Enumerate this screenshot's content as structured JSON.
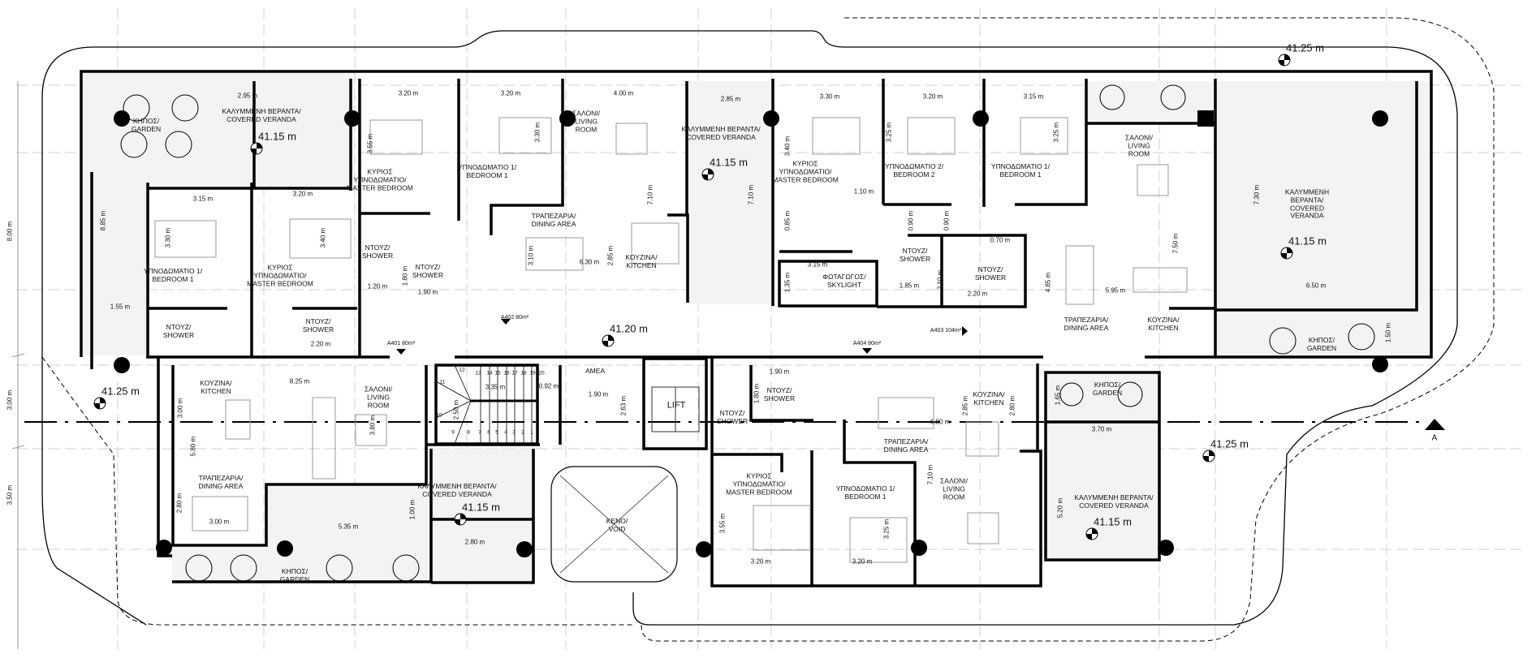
{
  "rooms": {
    "garden_tl": "ΚΗΠΟΣ/\nGARDEN",
    "veranda_tl": "ΚΑΛΥΜΜΕΝΗ ΒΕΡΑΝΤΑ/\nCOVERED VERANDA",
    "bed1_a401": "ΥΠΝΟΔΩΜΑΤΙΟ 1/\nBEDROOM 1",
    "master_a401": "ΚΥΡΙΟΣ\nΥΠΝΟΔΩΜΑΤΙΟ/\nMASTER BEDROOM",
    "master_a402": "ΚΥΡΙΟΣ\nΥΠΝΟΔΩΜΑΤΙΟ/\nMASTER BEDROOM",
    "bed1_a402": "ΥΠΝΟΔΩΜΑΤΙΟ 1/\nBEDROOM 1",
    "living_a402": "ΣΑΛΟΝΙ/\nLIVING\nROOM",
    "dining_a402": "ΤΡΑΠΕΖΑΡΙΑ/\nDINING AREA",
    "kitchen_a402": "ΚΟΥΖΙΝΑ/\nKITCHEN",
    "veranda_a402": "ΚΑΛΥΜΜΕΝΗ ΒΕΡΑΝΤΑ/\nCOVERED VERANDA",
    "master_a403": "ΚΥΡΙΟΣ\nΥΠΝΟΔΩΜΑΤΙΟ/\nMASTER BEDROOM",
    "skylight": "ΦΩΤΑΓΩΓΟΣ/\nSKYLIGHT",
    "bed2_a403": "ΥΠΝΟΔΩΜΑΤΙΟ 2/\nBEDROOM 2",
    "bed1_a403": "ΥΠΝΟΔΩΜΑΤΙΟ 1/\nBEDROOM 1",
    "living_a403": "ΣΑΛΟΝΙ/\nLIVING\nROOM",
    "veranda_right": "ΚΑΛΥΜΜΕΝΗ\nΒΕΡΑΝΤΑ/\nCOVERED\nVERANDA",
    "dining_a403": "ΤΡΑΠΕΖΑΡΙΑ/\nDINING AREA",
    "kitchen_a403": "ΚΟΥΖΙΝΑ/\nKITCHEN",
    "garden_right": "ΚΗΠΟΣ/\nGARDEN",
    "kitchen_a401": "ΚΟΥΖΙΝΑ/\nKITCHEN",
    "living_a401": "ΣΑΛΟΝΙ/\nLIVING\nROOM",
    "dining_a401": "ΤΡΑΠΕΖΑΡΙΑ/\nDINING AREA",
    "veranda_a401": "ΚΑΛΥΜΜΕΝΗ ΒΕΡΑΝΤΑ/\nCOVERED VERANDA",
    "garden_bottom": "ΚΗΠΟΣ/\nGARDEN",
    "void": "ΚΕΝΟ/\nVOID",
    "master_a404": "ΚΥΡΙΟΣ\nΥΠΝΟΔΩΜΑΤΙΟ/\nMASTER BEDROOM",
    "bed1_a404": "ΥΠΝΟΔΩΜΑΤΙΟ 1/\nBEDROOM 1",
    "dining_a404": "ΤΡΑΠΕΖΑΡΙΑ/\nDINING AREA",
    "kitchen_a404": "ΚΟΥΖΙΝΑ/\nKITCHEN",
    "living_a404": "ΣΑΛΟΝΙ/\nLIVING\nROOM",
    "garden_a404": "ΚΗΠΟΣ/\nGARDEN",
    "veranda_a404": "ΚΑΛΥΜΜΕΝΗ ΒΕΡΑΝΤΑ/\nCOVERED VERANDA",
    "shower": "ΝΤΟΥΖ/\nSHOWER",
    "amea": "ΑΜΕΑ",
    "lift": "LIFT"
  },
  "units": [
    "A401 80m²",
    "A402 80m²",
    "A403 104m²",
    "A404 80m²"
  ],
  "levels": [
    "41.15 m",
    "41.15 m",
    "41.25 m",
    "41.15 m",
    "41.25 m",
    "41.15 m",
    "41.20 m",
    "41.25 m",
    "41.15 m"
  ],
  "section_marker": "A",
  "stairs": {
    "steps": [
      "1",
      "2",
      "3",
      "4",
      "5",
      "6",
      "7",
      "8",
      "9",
      "10",
      "11",
      "12",
      "13",
      "14",
      "15",
      "16",
      "17",
      "18",
      "19",
      "20"
    ]
  },
  "dimensions": [
    "2.95 m",
    "3.20 m",
    "3.20 m",
    "4.00 m",
    "2.85 m",
    "3.30 m",
    "3.20 m",
    "3.15 m",
    "3.15 m",
    "3.20 m",
    "1.55 m",
    "8.85 m",
    "3.55 m",
    "3.30 m",
    "3.40 m",
    "3.30 m",
    "7.10 m",
    "7.10 m",
    "3.10 m",
    "2.85 m",
    "3.40 m",
    "0.85 m",
    "1.35 m",
    "3.25 m",
    "3.25 m",
    "0.90 m",
    "0.90 m",
    "2.10 m",
    "4.85 m",
    "7.50 m",
    "7.30 m",
    "1.50 m",
    "1.80 m",
    "6.30 m",
    "1.10 m",
    "3.15 m",
    "0.70 m",
    "1.85 m",
    "2.20 m",
    "5.95 m",
    "6.50 m",
    "1.20 m",
    "1.90 m",
    "2.20 m",
    "8.25 m",
    "3.00 m",
    "5.80 m",
    "3.80 m",
    "2.80 m",
    "3.00 m",
    "5.35 m",
    "1.00 m",
    "2.80 m",
    "3.35 m",
    "2.50 m",
    "0.92 m",
    "1.90 m",
    "2.63 m",
    "1.90 m",
    "1.80 m",
    "2.85 m",
    "2.80 m",
    "6.80 m",
    "7.10 m",
    "3.55 m",
    "3.20 m",
    "3.25 m",
    "3.20 m",
    "1.65 m",
    "3.70 m",
    "5.20 m",
    "8.00 m",
    "3.00 m",
    "3.50 m"
  ],
  "colors": {
    "wall": "#000000",
    "veranda_fill": "#f3f3f3",
    "grid": "#c8c8c8"
  }
}
